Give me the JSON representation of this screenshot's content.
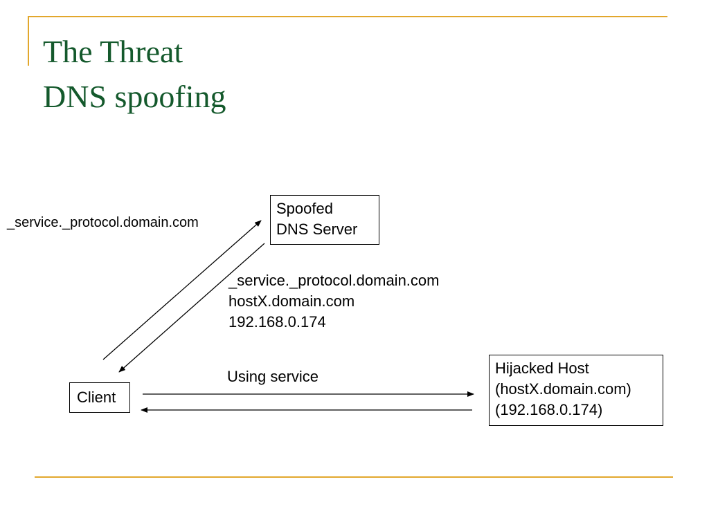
{
  "slide": {
    "title_line_1": "The Threat",
    "title_line_2": "DNS spoofing",
    "accent_color": "#e2a72c",
    "title_color": "#14592c"
  },
  "diagram": {
    "nodes": {
      "dns_server": {
        "line_1": "Spoofed",
        "line_2": "DNS Server"
      },
      "client": {
        "label": "Client"
      },
      "hijacked_host": {
        "line_1": "Hijacked Host",
        "line_2": "(hostX.domain.com)",
        "line_3": "(192.168.0.174)"
      }
    },
    "labels": {
      "query": "_service._protocol.domain.com",
      "response_line_1": "_service._protocol.domain.com",
      "response_line_2": "hostX.domain.com",
      "response_line_3": "192.168.0.174",
      "using_service": "Using service"
    },
    "edges": [
      {
        "from": "client",
        "to": "dns_server",
        "label": "query"
      },
      {
        "from": "dns_server",
        "to": "client",
        "label": "response"
      },
      {
        "from": "client",
        "to": "hijacked_host",
        "label": "using_service"
      },
      {
        "from": "hijacked_host",
        "to": "client",
        "label": ""
      }
    ]
  }
}
